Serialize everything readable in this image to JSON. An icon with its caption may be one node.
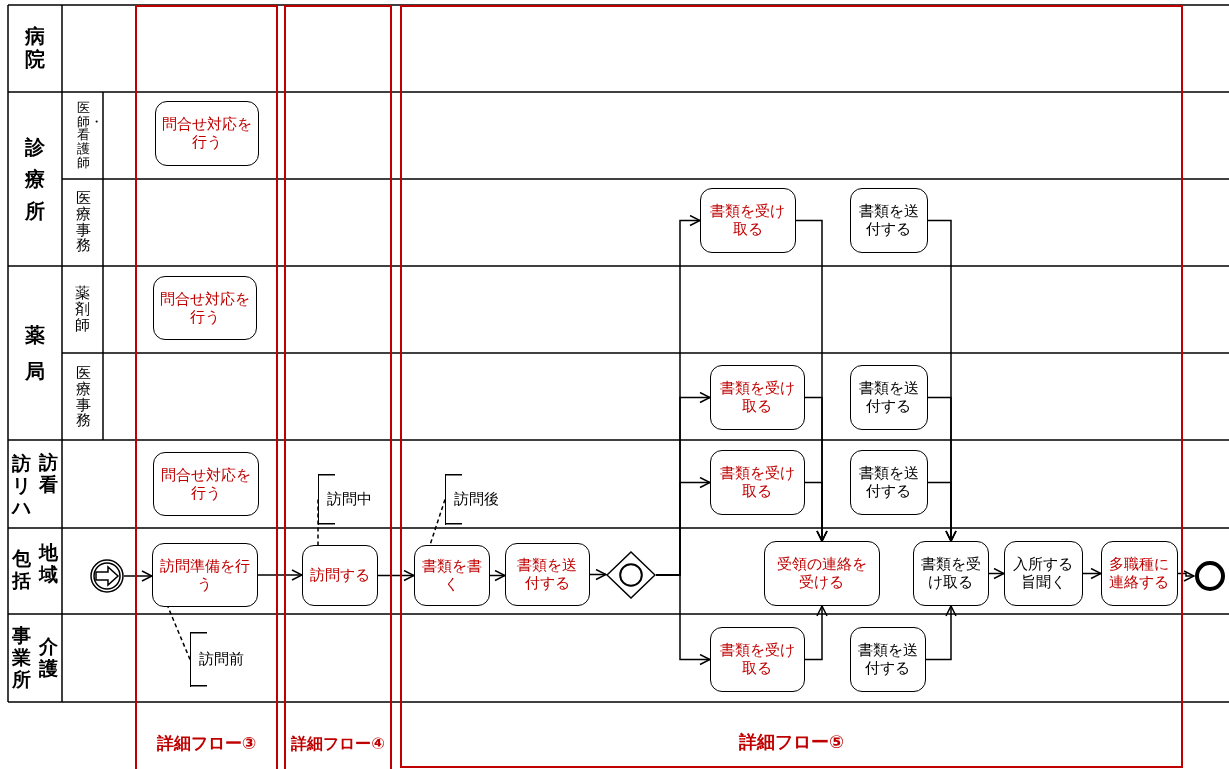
{
  "diagram": {
    "nodes": [
      {
        "text": [
          "詳細フロー③"
        ]
      },
      {
        "text": [
          "詳細フロー④"
        ]
      },
      {
        "text": [
          "詳細フロー⑤"
        ]
      },
      {
        "text": [],
        "shape": "circle"
      },
      {
        "text": [
          "問合せ対応を行う"
        ],
        "in": 0
      },
      {
        "text": [
          "問合せ対応を行う"
        ],
        "in": 0
      },
      {
        "text": [
          "問合せ対応を行う"
        ],
        "in": 0
      },
      {
        "text": [
          "訪問準備を行う"
        ],
        "in": 0
      },
      {
        "text": [
          "訪問前"
        ],
        "in": 0
      },
      {
        "text": [
          "訪問する"
        ],
        "in": 1
      },
      {
        "text": [
          "訪問中"
        ],
        "in": 1
      },
      {
        "text": [
          "書類を書く"
        ],
        "in": 2
      },
      {
        "text": [
          "書類を送付する"
        ],
        "in": 2
      },
      {
        "text": [
          "訪問後"
        ],
        "in": 2
      },
      {
        "text": [],
        "shape": "diamond",
        "in": 2
      },
      {
        "text": [
          "書類を受け取る"
        ],
        "in": 2
      },
      {
        "text": [
          "書類を送付する"
        ],
        "in": 2
      },
      {
        "text": [
          "書類を受け取る"
        ],
        "in": 2
      },
      {
        "text": [
          "書類を送付する"
        ],
        "in": 2
      },
      {
        "text": [
          "書類を受け取る"
        ],
        "in": 2
      },
      {
        "text": [
          "書類を送付する"
        ],
        "in": 2
      },
      {
        "text": [
          "受領の連絡を受ける"
        ],
        "in": 2
      },
      {
        "text": [
          "書類を受け取る"
        ],
        "in": 2
      },
      {
        "text": [
          "入所する旨聞く"
        ],
        "in": 2
      },
      {
        "text": [
          "多職種に連絡する"
        ],
        "in": 2
      },
      {
        "text": [],
        "shape": "circle"
      },
      {
        "text": [
          "書類を受け取る"
        ],
        "in": 2
      },
      {
        "text": [
          "書類を送付する"
        ],
        "in": 2
      }
    ],
    "edges": [
      {
        "from": 3,
        "to": 7,
        "arrow": "to"
      },
      {
        "from": 7,
        "to": 9,
        "arrow": "to"
      },
      {
        "from": 9,
        "to": 11,
        "arrow": "to"
      },
      {
        "from": 11,
        "to": 12,
        "arrow": "to"
      },
      {
        "from": 12,
        "to": 14,
        "arrow": "to"
      },
      {
        "from": 14,
        "to": 15,
        "arrow": "to"
      },
      {
        "from": 14,
        "to": 17,
        "arrow": "to"
      },
      {
        "from": 14,
        "to": 19,
        "arrow": "to"
      },
      {
        "from": 14,
        "to": 26,
        "arrow": "to"
      },
      {
        "from": 15,
        "to": 21,
        "arrow": "to"
      },
      {
        "from": 17,
        "to": 21,
        "arrow": "to"
      },
      {
        "from": 19,
        "to": 21,
        "arrow": "to"
      },
      {
        "from": 26,
        "to": 21,
        "arrow": "to"
      },
      {
        "from": 16,
        "to": 22,
        "arrow": "to"
      },
      {
        "from": 18,
        "to": 22,
        "arrow": "to"
      },
      {
        "from": 20,
        "to": 22,
        "arrow": "to"
      },
      {
        "from": 27,
        "to": 22,
        "arrow": "to"
      },
      {
        "from": 22,
        "to": 23,
        "arrow": "to"
      },
      {
        "from": 23,
        "to": 24,
        "arrow": "to"
      },
      {
        "from": 24,
        "to": 25,
        "arrow": "to"
      },
      {
        "from": 8,
        "to": 7,
        "arrow": "none",
        "style": "dashed"
      },
      {
        "from": 10,
        "to": 9,
        "arrow": "none",
        "style": "dashed"
      },
      {
        "from": 13,
        "to": 11,
        "arrow": "none",
        "style": "dashed"
      }
    ],
    "labels": [
      "病院",
      "診療所",
      "医師・看護師",
      "医療事務",
      "薬局",
      "薬剤師",
      "医療事務",
      "訪看",
      "訪リハ",
      "地域",
      "包括",
      "介護",
      "事業所"
    ]
  }
}
